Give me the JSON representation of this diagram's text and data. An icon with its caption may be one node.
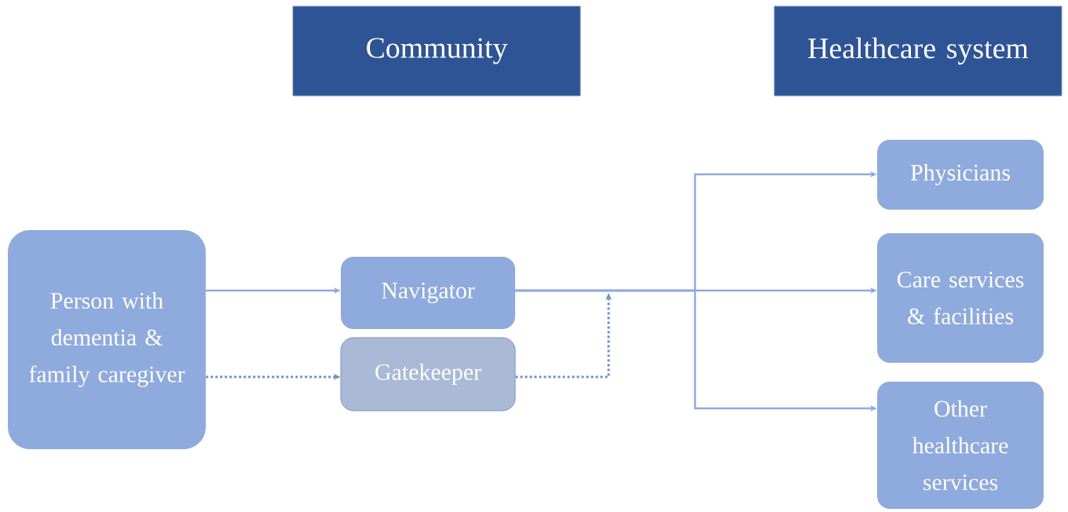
{
  "diagram": {
    "nodes": [
      {
        "text": [
          "Community"
        ]
      },
      {
        "text": [
          "Healthcare system"
        ]
      },
      {
        "text": [
          "Person with dementia & family caregiver"
        ]
      },
      {
        "text": [
          "Navigator"
        ]
      },
      {
        "text": [
          "Gatekeeper"
        ]
      },
      {
        "text": [
          "Physicians"
        ]
      },
      {
        "text": [
          "Care services & facilities"
        ]
      },
      {
        "text": [
          "Other healthcare services"
        ]
      }
    ],
    "edges": [
      {
        "from": 2,
        "to": 3,
        "arrow": "to"
      },
      {
        "from": 2,
        "to": 4,
        "arrow": "to",
        "style": "dashed",
        "color": "#6f8ec8"
      },
      {
        "from": 4,
        "to": null,
        "arrow": "to",
        "style": "dashed",
        "color": "#6f8ec8"
      },
      {
        "from": 3,
        "to": 5,
        "arrow": "to"
      },
      {
        "from": 3,
        "to": 6,
        "arrow": "to"
      },
      {
        "from": 3,
        "to": 7,
        "arrow": "to"
      }
    ]
  }
}
